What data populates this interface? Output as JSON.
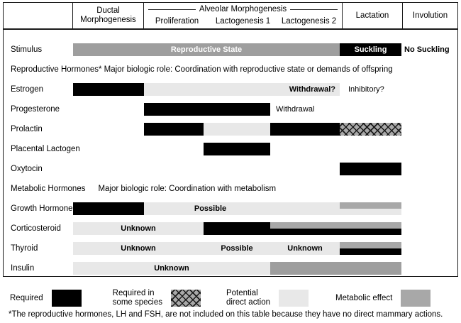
{
  "header": {
    "blank": "",
    "ductal": "Ductal\nMorphogenesis",
    "ductal_line1": "Ductal",
    "ductal_line2": "Morphogenesis",
    "alveolar_title": "Alveolar Morphogenesis",
    "alveolar_subs": [
      "Proliferation",
      "Lactogenesis 1",
      "Lactogenesis 2"
    ],
    "lactation": "Lactation",
    "involution": "Involution"
  },
  "notes": {
    "reproductive": "Reproductive Hormones* Major biologic role: Coordination with reproductive state or demands of offspring",
    "metabolic_label": "Metabolic Hormones",
    "metabolic_text": "Major biologic role: Coordination with metabolism"
  },
  "rows": {
    "stimulus": {
      "label": "Stimulus",
      "reproductive_state": "Reproductive State",
      "suckling": "Suckling",
      "no_suckling": "No Suckling"
    },
    "estrogen": {
      "label": "Estrogen",
      "withdrawal": "Withdrawal?",
      "inhibitory": "Inhibitory?"
    },
    "progesterone": {
      "label": "Progesterone",
      "withdrawal": "Withdrawal"
    },
    "prolactin": {
      "label": "Prolactin"
    },
    "placental_lactogen": {
      "label": "Placental Lactogen"
    },
    "oxytocin": {
      "label": "Oxytocin"
    },
    "growth_hormone": {
      "label": "Growth Hormone",
      "possible": "Possible"
    },
    "corticosteroid": {
      "label": "Corticosteroid",
      "unknown": "Unknown"
    },
    "thyroid": {
      "label": "Thyroid",
      "unknown1": "Unknown",
      "possible": "Possible",
      "unknown2": "Unknown"
    },
    "insulin": {
      "label": "Insulin",
      "unknown": "Unknown"
    }
  },
  "legend": {
    "required": "Required",
    "required_species_l1": "Required in",
    "required_species_l2": "some species",
    "potential_l1": "Potential",
    "potential_l2": "direct action",
    "metabolic_effect": "Metabolic effect"
  },
  "footnote": "*The reproductive hormones, LH and FSH, are not included on this table because they have no direct mammary actions.",
  "colors": {
    "required": "#000000",
    "potential_direct_action": "#e8e8e8",
    "metabolic_effect": "#a8a8a8",
    "border": "#1a1a1a",
    "background": "#ffffff"
  },
  "chart_data": {
    "type": "table",
    "title": "Hormonal requirements across mammary gland developmental stages",
    "stages": [
      "Ductal Morphogenesis",
      "Proliferation",
      "Lactogenesis 1",
      "Lactogenesis 2",
      "Lactation",
      "Involution"
    ],
    "legend_keys": [
      "Required",
      "Required in some species",
      "Potential direct action",
      "Metabolic effect"
    ],
    "series": [
      {
        "name": "Stimulus",
        "values": [
          "Reproductive State",
          "Reproductive State",
          "Reproductive State",
          "Reproductive State",
          "Suckling",
          "No Suckling"
        ]
      },
      {
        "name": "Estrogen",
        "values": [
          "Required",
          "Potential",
          "Potential",
          "Potential (Withdrawal?)",
          "Potential",
          "Inhibitory?"
        ]
      },
      {
        "name": "Progesterone",
        "values": [
          "",
          "Required",
          "Required",
          "Withdrawal",
          "",
          ""
        ]
      },
      {
        "name": "Prolactin",
        "values": [
          "",
          "Required",
          "Potential",
          "Required",
          "Required in some species",
          ""
        ]
      },
      {
        "name": "Placental Lactogen",
        "values": [
          "",
          "",
          "Required",
          "",
          "",
          ""
        ]
      },
      {
        "name": "Oxytocin",
        "values": [
          "",
          "",
          "",
          "",
          "Required",
          ""
        ]
      },
      {
        "name": "Growth Hormone",
        "values": [
          "Required",
          "Potential",
          "Potential",
          "Potential",
          "Potential + Metabolic effect",
          ""
        ]
      },
      {
        "name": "Corticosteroid",
        "values": [
          "Unknown (Potential)",
          "Unknown (Potential)",
          "Required",
          "Required + Metabolic effect",
          "Required + Metabolic effect",
          ""
        ]
      },
      {
        "name": "Thyroid",
        "values": [
          "Unknown (Potential)",
          "Possible (Potential)",
          "Possible (Potential)",
          "Unknown (Potential)",
          "Required + Metabolic effect",
          ""
        ]
      },
      {
        "name": "Insulin",
        "values": [
          "Unknown (Potential)",
          "Unknown (Potential)",
          "Unknown (Potential)",
          "Metabolic effect",
          "Metabolic effect",
          ""
        ]
      }
    ]
  }
}
